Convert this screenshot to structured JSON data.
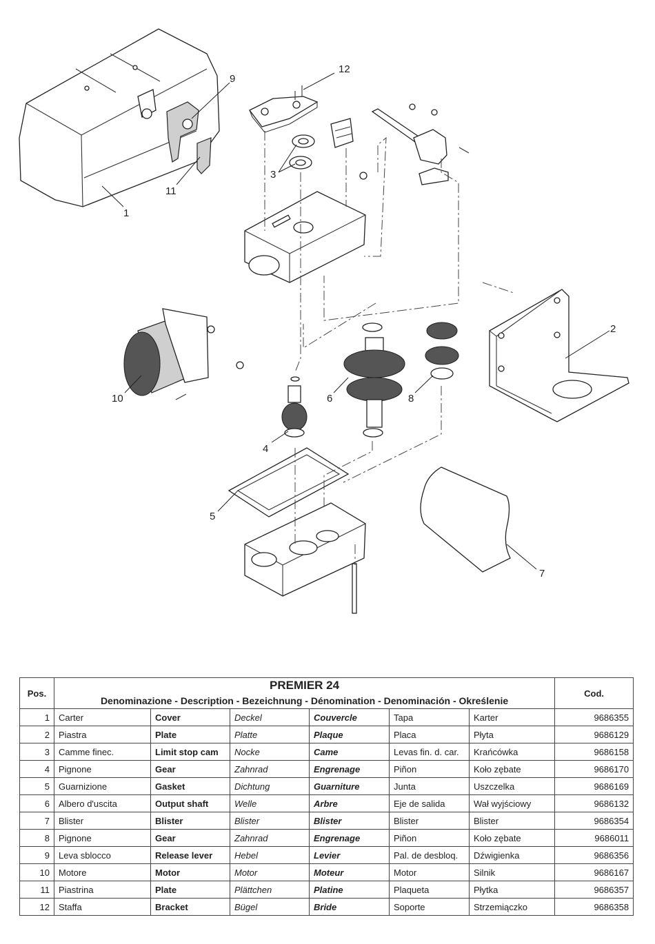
{
  "drawing": {
    "callouts": [
      "1",
      "2",
      "3",
      "4",
      "5",
      "6",
      "7",
      "8",
      "9",
      "10",
      "11",
      "12"
    ]
  },
  "table": {
    "pos_header": "Pos.",
    "title": "PREMIER 24",
    "subtitle": "Denominazione - Description - Bezeichnung - Dénomination - Denominación - Określenie",
    "cod_header": "Cod.",
    "rows": [
      {
        "pos": "1",
        "it": "Carter",
        "en": "Cover",
        "de": "Deckel",
        "fr": "Couvercle",
        "es": "Tapa",
        "pl": "Karter",
        "code": "9686355"
      },
      {
        "pos": "2",
        "it": "Piastra",
        "en": "Plate",
        "de": "Platte",
        "fr": "Plaque",
        "es": "Placa",
        "pl": "Płyta",
        "code": "9686129"
      },
      {
        "pos": "3",
        "it": "Camme finec.",
        "en": "Limit stop cam",
        "de": "Nocke",
        "fr": "Came",
        "es": "Levas fin. d. car.",
        "pl": "Krańcówka",
        "code": "9686158"
      },
      {
        "pos": "4",
        "it": "Pignone",
        "en": "Gear",
        "de": "Zahnrad",
        "fr": "Engrenage",
        "es": "Piñon",
        "pl": "Koło zębate",
        "code": "9686170"
      },
      {
        "pos": "5",
        "it": "Guarnizione",
        "en": "Gasket",
        "de": "Dichtung",
        "fr": "Guarniture",
        "es": "Junta",
        "pl": "Uszczelka",
        "code": "9686169"
      },
      {
        "pos": "6",
        "it": "Albero d'uscita",
        "en": "Output shaft",
        "de": "Welle",
        "fr": "Arbre",
        "es": "Eje de salida",
        "pl": "Wał wyjściowy",
        "code": "9686132"
      },
      {
        "pos": "7",
        "it": "Blister",
        "en": "Blister",
        "de": "Blister",
        "fr": "Blister",
        "es": "Blister",
        "pl": "Blister",
        "code": "9686354"
      },
      {
        "pos": "8",
        "it": "Pignone",
        "en": "Gear",
        "de": "Zahnrad",
        "fr": "Engrenage",
        "es": "Piñon",
        "pl": "Koło zębate",
        "code": "9686011"
      },
      {
        "pos": "9",
        "it": "Leva sblocco",
        "en": "Release lever",
        "de": "Hebel",
        "fr": "Levier",
        "es": "Pal. de desbloq.",
        "pl": "Dźwigienka",
        "code": "9686356"
      },
      {
        "pos": "10",
        "it": "Motore",
        "en": "Motor",
        "de": "Motor",
        "fr": "Moteur",
        "es": "Motor",
        "pl": "Silnik",
        "code": "9686167"
      },
      {
        "pos": "11",
        "it": "Piastrina",
        "en": "Plate",
        "de": "Plättchen",
        "fr": "Platine",
        "es": "Plaqueta",
        "pl": "Płytka",
        "code": "9686357"
      },
      {
        "pos": "12",
        "it": "Staffa",
        "en": "Bracket",
        "de": "Bügel",
        "fr": "Bride",
        "es": "Soporte",
        "pl": "Strzemiączko",
        "code": "9686358"
      }
    ]
  }
}
